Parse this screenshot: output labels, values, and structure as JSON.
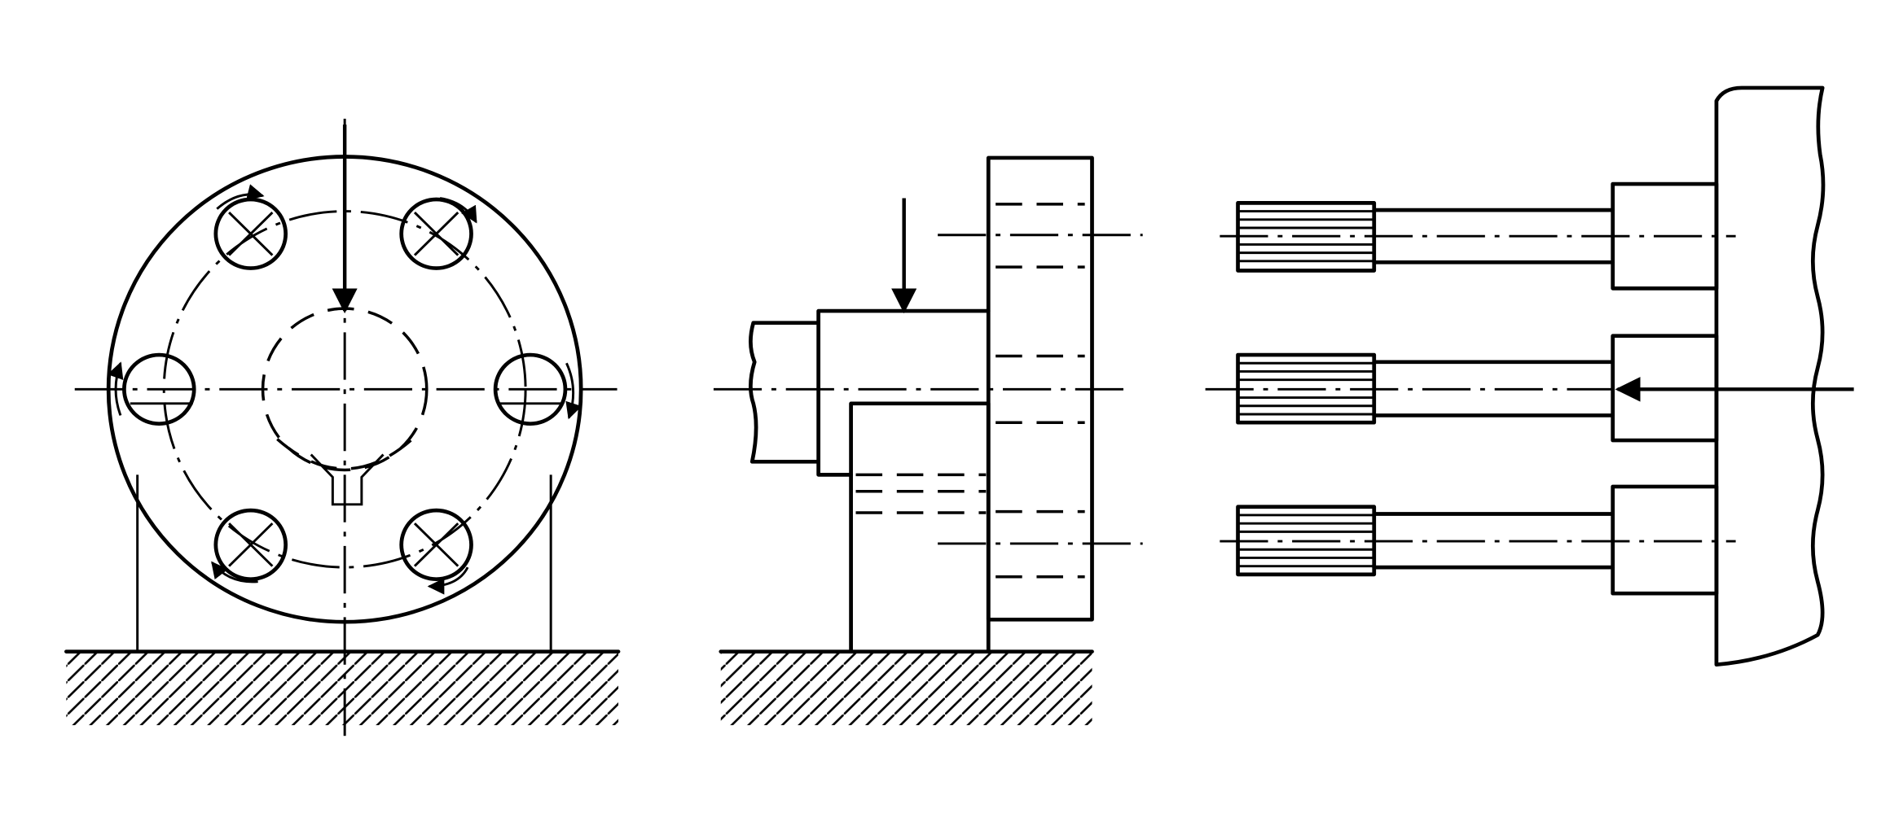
{
  "diagram": {
    "views": [
      {
        "name": "front-view-flange"
      },
      {
        "name": "side-view-flange"
      },
      {
        "name": "drilling-tools-view"
      }
    ],
    "colors": {
      "line": "#000000",
      "background": "#ffffff"
    },
    "bolt_hole_count": 6,
    "spindle_count": 3
  }
}
